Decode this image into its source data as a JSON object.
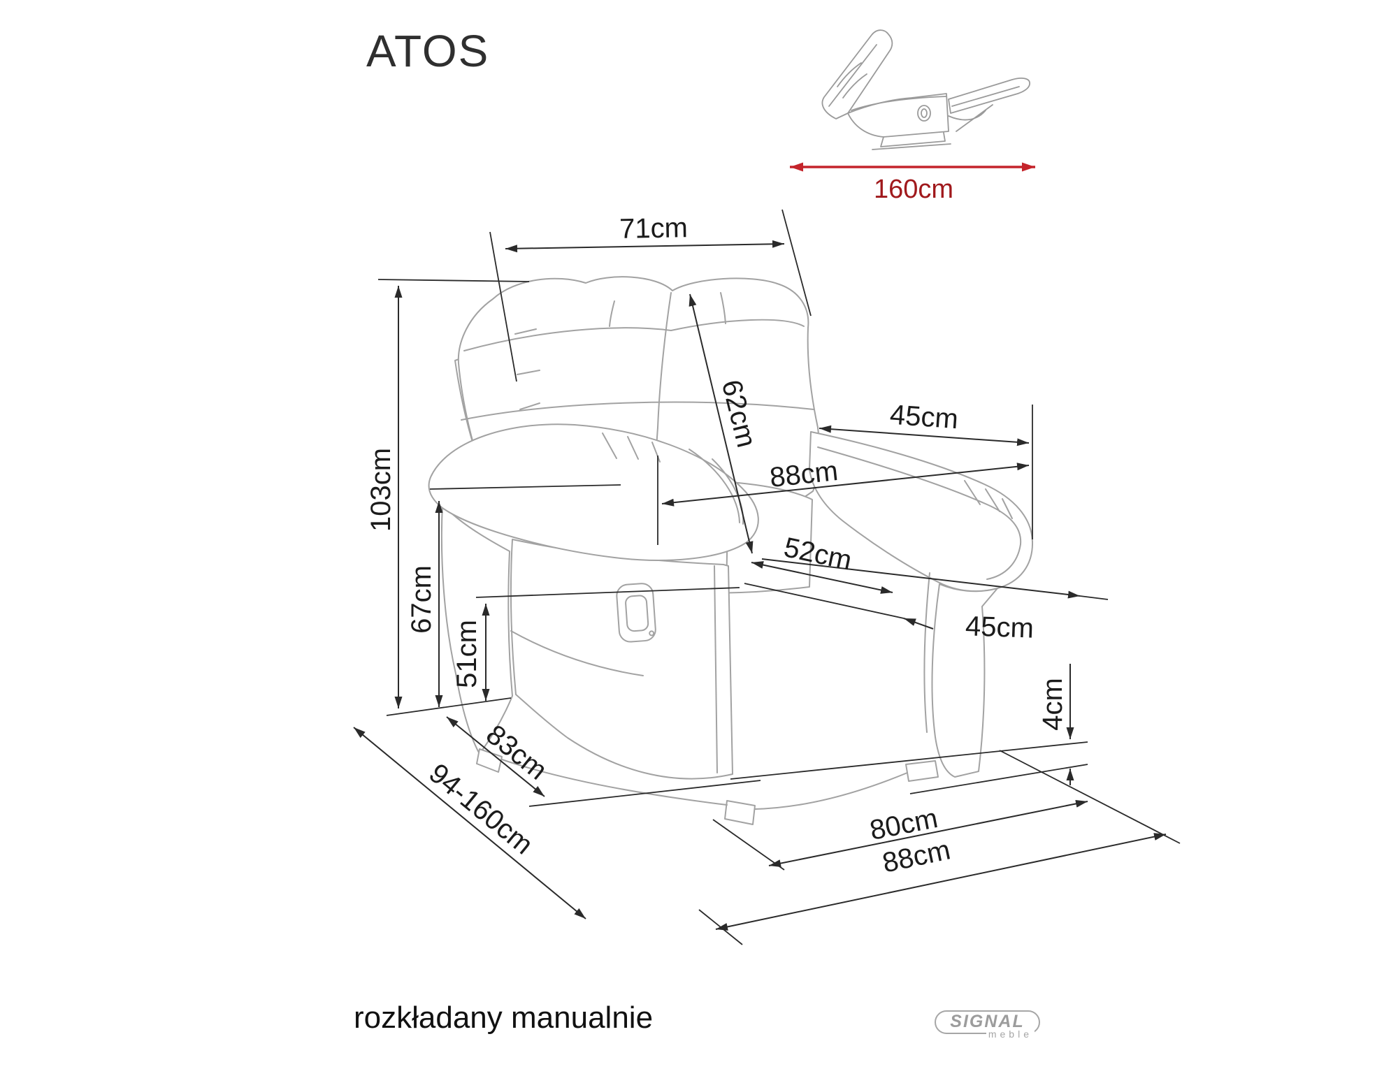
{
  "title": "ATOS",
  "footer": {
    "note": "rozkładany manualnie"
  },
  "brand": {
    "name": "SIGNAL",
    "sub": "meble"
  },
  "colors": {
    "dimension_lines": "#2a2a2a",
    "artwork_lines": "#a2a2a2",
    "red_arrow": "#c4242b",
    "red_text": "#a0191c",
    "text": "#1b1b1b",
    "brand_gray": "#9c9c9c"
  },
  "reclined_view": {
    "length": "160cm"
  },
  "dimensions": {
    "top_width": "71cm",
    "backrest_diagonal": "62cm",
    "headrest_width": "45cm",
    "total_width_upper": "88cm",
    "seat_width": "52cm",
    "seat_depth": "45cm",
    "total_height": "103cm",
    "armrest_height": "67cm",
    "seat_height": "51cm",
    "depth_upper": "83cm",
    "depth_range": "94-160cm",
    "foot_height": "4cm",
    "base_width": "80cm",
    "total_width_floor": "88cm"
  }
}
